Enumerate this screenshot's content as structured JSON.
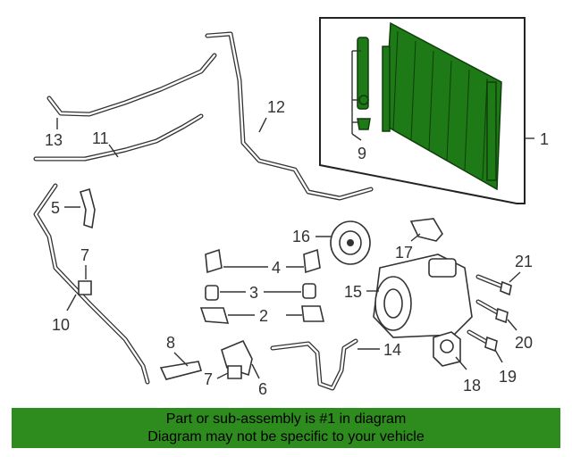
{
  "diagram": {
    "callouts": {
      "c1": "1",
      "c2": "2",
      "c3": "3",
      "c4": "4",
      "c5": "5",
      "c6": "6",
      "c7a": "7",
      "c7b": "7",
      "c8": "8",
      "c9": "9",
      "c10": "10",
      "c11": "11",
      "c12": "12",
      "c13": "13",
      "c14": "14",
      "c15": "15",
      "c16": "16",
      "c17": "17",
      "c18": "18",
      "c19": "19",
      "c20": "20",
      "c21": "21"
    },
    "highlighted_part": "1",
    "colors": {
      "highlight_fill": "#1e7a16",
      "banner_bg": "#2e8b1e"
    }
  },
  "banner": {
    "line1": "Part or sub-assembly is #1 in diagram",
    "line2": "Diagram may not be specific to your vehicle"
  }
}
